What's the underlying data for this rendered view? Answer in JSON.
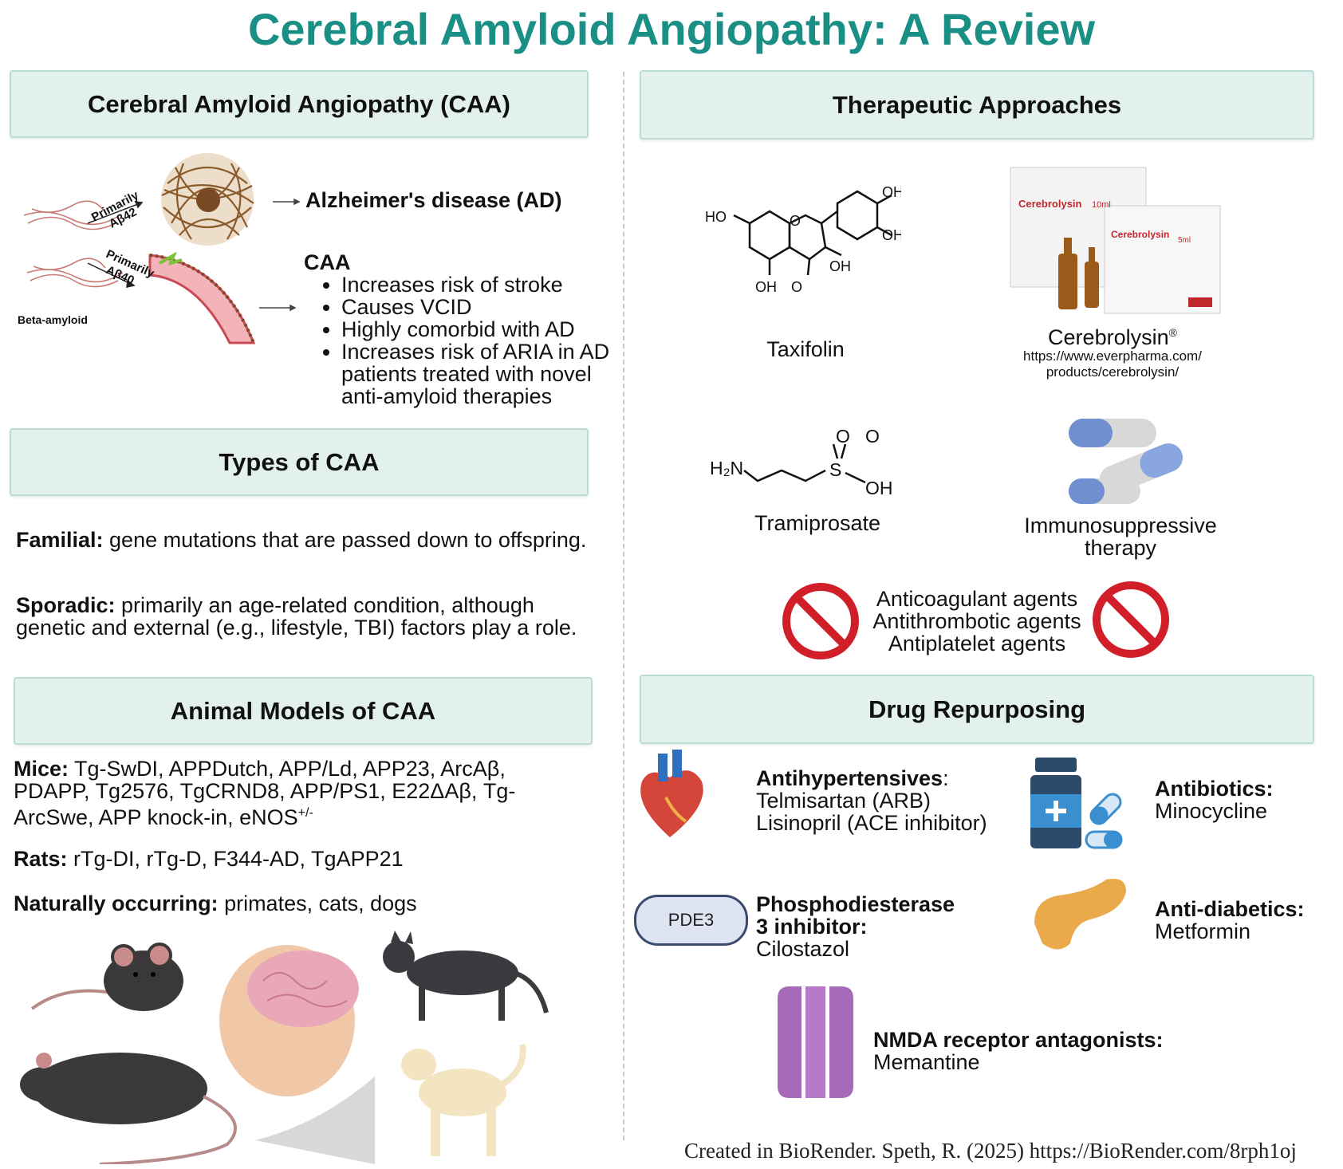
{
  "title": "Cerebral Amyloid Angiopathy: A Review",
  "sections": {
    "caa": {
      "header": "Cerebral Amyloid Angiopathy (CAA)",
      "ab42_label_1": "Primarily",
      "ab42_label_2": "Aβ42",
      "ab40_label_1": "Primarily",
      "ab40_label_2": "Aβ40",
      "beta_amyloid_label": "Beta-amyloid",
      "ad_label": "Alzheimer's disease (AD)",
      "caa_heading": "CAA",
      "bullets": [
        "Increases risk of stroke",
        "Causes VCID",
        "Highly comorbid with AD",
        "Increases risk of ARIA in AD patients treated with novel anti-amyloid therapies"
      ]
    },
    "types": {
      "header": "Types of CAA",
      "familial_label": "Familial:",
      "familial_text": " gene mutations that are passed down to offspring.",
      "sporadic_label": "Sporadic:",
      "sporadic_text": " primarily an age-related condition, although genetic and external (e.g., lifestyle, TBI) factors play a role."
    },
    "animals": {
      "header": "Animal Models of CAA",
      "mice_label": "Mice:",
      "mice_text": " Tg-SwDI, APPDutch, APP/Ld, APP23, ArcAβ, PDAPP, Tg2576, TgCRND8, APP/PS1, E22ΔAβ, Tg-ArcSwe, APP knock-in, eNOS",
      "mice_sup": "+/-",
      "rats_label": "Rats:",
      "rats_text": " rTg-DI, rTg-D, F344-AD, TgAPP21",
      "natural_label": "Naturally occurring:",
      "natural_text": " primates, cats, dogs"
    },
    "therapeutic": {
      "header": "Therapeutic Approaches",
      "taxifolin": "Taxifolin",
      "cerebrolysin": "Cerebrolysin",
      "cerebrolysin_reg": "®",
      "cerebrolysin_url_1": "https://www.everpharma.com/",
      "cerebrolysin_url_2": "products/cerebrolysin/",
      "tramiprosate": "Tramiprosate",
      "immuno_1": "Immunosuppressive",
      "immuno_2": "therapy",
      "avoid": [
        "Anticoagulant agents",
        "Antithrombotic agents",
        "Antiplatelet agents"
      ],
      "box_brand_1": "Cerebrolysin",
      "box_size_1": "10ml",
      "box_brand_2": "Cerebrolysin",
      "box_size_2": "5ml",
      "chem": {
        "ho": "HO",
        "oh": "OH",
        "o": "O",
        "s": "S",
        "h2n": "H₂N"
      }
    },
    "drug": {
      "header": "Drug Repurposing",
      "antihyp_label": "Antihypertensives",
      "antihyp_colon": ":",
      "antihyp_lines": [
        "Telmisartan (ARB)",
        "Lisinopril (ACE inhibitor)"
      ],
      "antibiotics_label": "Antibiotics:",
      "antibiotics_text": "Minocycline",
      "pde3_badge": "PDE3",
      "pde_label_1": "Phosphodiesterase",
      "pde_label_2": "3 inhibitor:",
      "pde_text": "Cilostazol",
      "antidiab_label": "Anti-diabetics:",
      "antidiab_text": "Metformin",
      "nmda_label": "NMDA receptor antagonists:",
      "nmda_text": "Memantine"
    }
  },
  "footer": "Created in BioRender. Speth, R. (2025) https://BioRender.com/8rph1oj",
  "colors": {
    "title": "#1a8f85",
    "header_bg": "#e3f1ee",
    "prohibit": "#d11f2a"
  }
}
